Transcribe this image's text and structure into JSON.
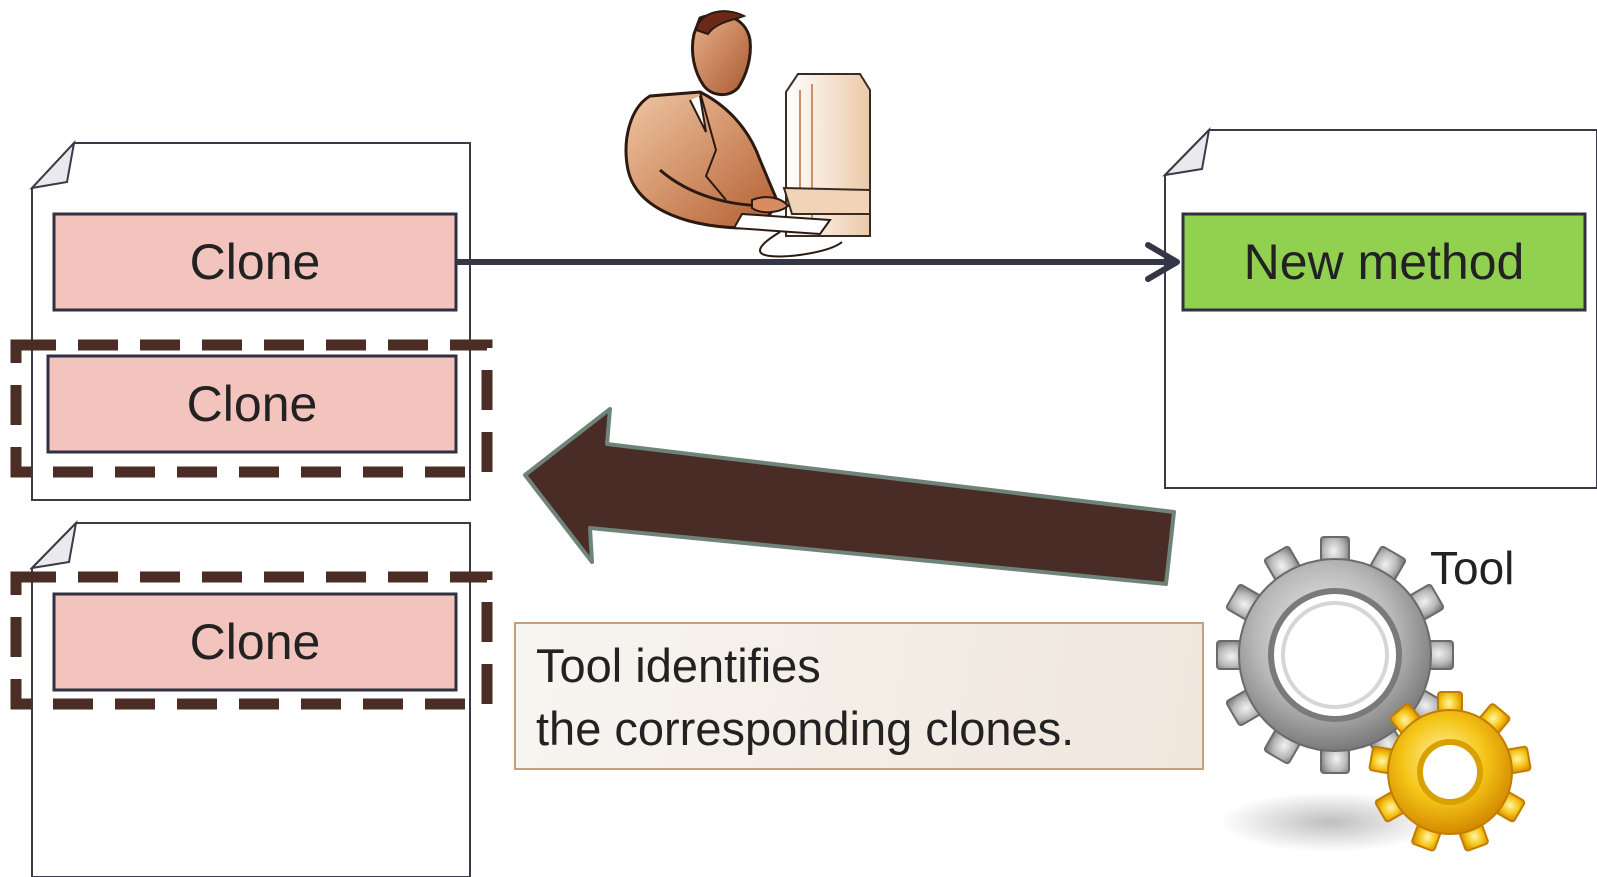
{
  "clones": [
    {
      "label": "Clone"
    },
    {
      "label": "Clone"
    },
    {
      "label": "Clone"
    }
  ],
  "new_method": {
    "label": "New method"
  },
  "tool": {
    "label": "Tool"
  },
  "callout": {
    "line1": "Tool identifies",
    "line2": "the corresponding clones."
  },
  "icons": [
    "person-at-computer-icon",
    "gears-icon"
  ],
  "colors": {
    "clone_fill": "#f2c4bd",
    "new_method_fill": "#92d050",
    "dashed_border": "#4b2d26",
    "big_arrow_fill": "#4a2c27",
    "big_arrow_stroke": "#6f8478",
    "doc_outline": "#3a3a48"
  }
}
